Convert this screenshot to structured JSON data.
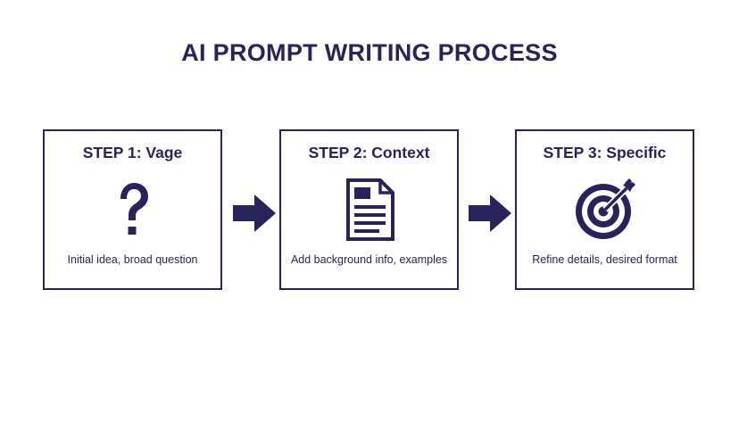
{
  "title": "AI PROMPT WRITING PROCESS",
  "steps": [
    {
      "title": "STEP 1: Vage",
      "icon": "question-mark-icon",
      "description": "Initial idea, broad question"
    },
    {
      "title": "STEP 2: Context",
      "icon": "document-icon",
      "description": "Add background info, examples"
    },
    {
      "title": "STEP 3: Specific",
      "icon": "target-icon",
      "description": "Refine details, desired format"
    }
  ],
  "colors": {
    "primary": "#26245a",
    "background": "#ffffff"
  }
}
